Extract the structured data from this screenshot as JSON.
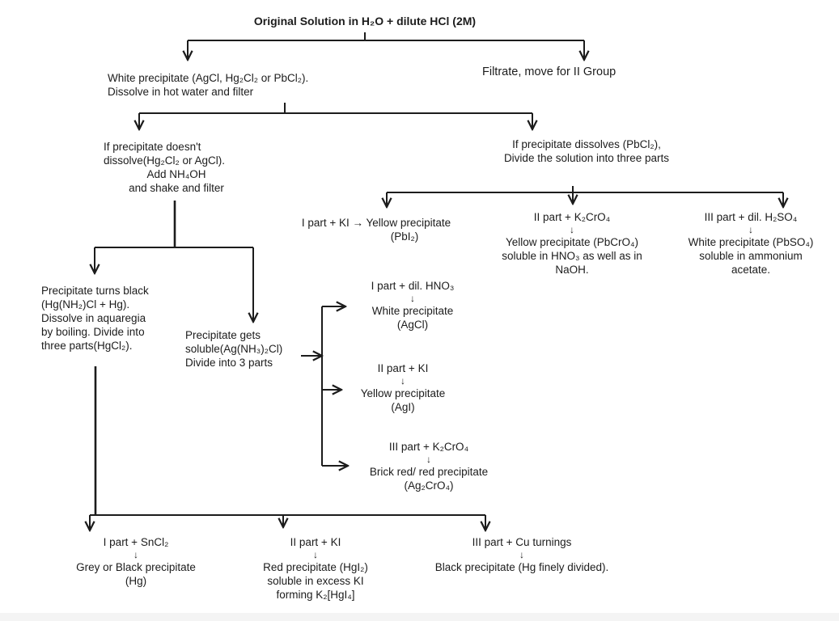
{
  "title": "Original Solution in H₂O + dilute HCl (2M)",
  "branches": {
    "white_precipitate": [
      "White precipitate (AgCl, Hg₂Cl₂ or PbCl₂).",
      "Dissolve in hot water and filter"
    ],
    "filtrate": "Filtrate, move for II Group"
  },
  "hot_water": {
    "not_dissolve": [
      "If precipitate doesn't",
      "dissolve(Hg₂Cl₂ or AgCl).",
      "Add NH₄OH",
      "and shake and filter"
    ],
    "dissolves": [
      "If precipitate dissolves (PbCl₂),",
      "Divide the solution into three parts"
    ]
  },
  "lead_tests": [
    {
      "reagent": "I part + KI → Yellow precipitate",
      "result": [
        "(PbI₂)"
      ]
    },
    {
      "reagent": "II part + K₂CrO₄",
      "result": [
        "Yellow precipitate (PbCrO₄)",
        "soluble in HNO₃ as well as in",
        "NaOH."
      ]
    },
    {
      "reagent": "III part + dil. H₂SO₄",
      "result": [
        "White precipitate (PbSO₄)",
        "soluble in ammonium",
        "acetate."
      ]
    }
  ],
  "ammonia": {
    "black": [
      "Precipitate turns black",
      "(Hg(NH₂)Cl + Hg).",
      "Dissolve in aquaregia",
      "by boiling. Divide into",
      "three parts(HgCl₂)."
    ],
    "soluble": [
      "Precipitate gets",
      "soluble(Ag(NH₃)₂Cl)",
      "Divide into 3 parts"
    ]
  },
  "silver_tests": [
    {
      "reagent": "I part + dil. HNO₃",
      "result": [
        "White precipitate",
        "(AgCl)"
      ]
    },
    {
      "reagent": "II part + KI",
      "result": [
        "Yellow precipitate",
        "(AgI)"
      ]
    },
    {
      "reagent": "III part + K₂CrO₄",
      "result": [
        "Brick red/ red precipitate",
        "(Ag₂CrO₄)"
      ]
    }
  ],
  "mercury_tests": [
    {
      "reagent": "I part + SnCl₂",
      "result": [
        "Grey or Black precipitate",
        "(Hg)"
      ]
    },
    {
      "reagent": "II part + KI",
      "result": [
        "Red precipitate (HgI₂)",
        "soluble in excess KI",
        "forming K₂[HgI₄]"
      ]
    },
    {
      "reagent": "III part + Cu turnings",
      "result": [
        "Black precipitate (Hg finely divided)."
      ]
    }
  ],
  "down_arrow": "↓"
}
